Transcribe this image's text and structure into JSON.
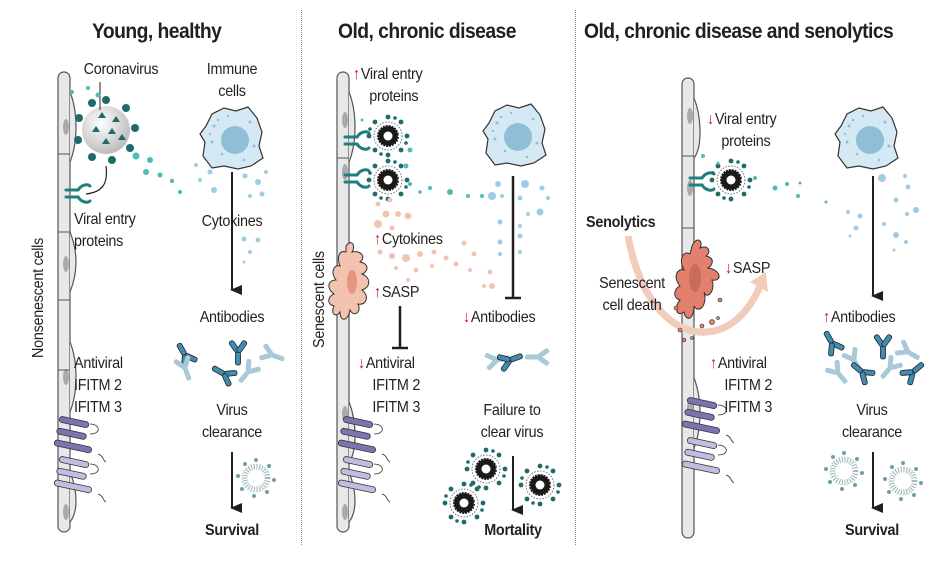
{
  "panels": [
    {
      "title": "Young, healthy",
      "side_label": "Nonsenescent cells",
      "labels": {
        "coronavirus": "Coronavirus",
        "immune_cells": [
          "Immune",
          "cells"
        ],
        "viral_entry": [
          "Viral entry",
          "proteins"
        ],
        "cytokines": "Cytokines",
        "antibodies": "Antibodies",
        "antiviral": [
          "Antiviral",
          "IFITM 2",
          "IFITM 3"
        ],
        "virus_outcome": [
          "Virus",
          "clearance"
        ],
        "outcome": "Survival"
      }
    },
    {
      "title": "Old, chronic disease",
      "side_label": "Senescent cells",
      "labels": {
        "viral_entry": [
          "Viral entry",
          "proteins"
        ],
        "viral_entry_trend": "up",
        "cytokines": "Cytokines",
        "cytokines_trend": "up",
        "sasp": "SASP",
        "sasp_trend": "up",
        "antibodies": "Antibodies",
        "antibodies_trend": "down",
        "antiviral": [
          "Antiviral",
          "IFITM 2",
          "IFITM 3"
        ],
        "antiviral_trend": "down",
        "virus_outcome": [
          "Failure to",
          "clear virus"
        ],
        "outcome": "Mortality"
      }
    },
    {
      "title": "Old, chronic disease and senolytics",
      "labels": {
        "senolytics": "Senolytics",
        "cell_death": [
          "Senescent",
          "cell death"
        ],
        "viral_entry": [
          "Viral entry",
          "proteins"
        ],
        "viral_entry_trend": "down",
        "sasp": "SASP",
        "sasp_trend": "down",
        "antibodies": "Antibodies",
        "antibodies_trend": "up",
        "antiviral": [
          "Antiviral",
          "IFITM 2",
          "IFITM 3"
        ],
        "antiviral_trend": "up",
        "virus_outcome": [
          "Virus",
          "clearance"
        ],
        "outcome": "Survival"
      }
    }
  ],
  "colors": {
    "increase_arrow": "#c8102e",
    "decrease_arrow": "#c8102e",
    "virus_spike": "#1f6b6b",
    "virus_particle": "#4fbcbc",
    "immune_cell": "#cfe6f2",
    "immune_nucleus": "#8fbfd6",
    "cytokine_dot": "#9ccde6",
    "senescent_cell": "#f3c3b0",
    "dying_cell": "#e2806d",
    "sasp_dot": "#f1c4b1",
    "antibody_dark": "#3f8db0",
    "antibody_light": "#a9c9d8",
    "ifitm_dark": "#7e72b0",
    "ifitm_light": "#c2bde0",
    "membrane": "#e6e6e6"
  }
}
